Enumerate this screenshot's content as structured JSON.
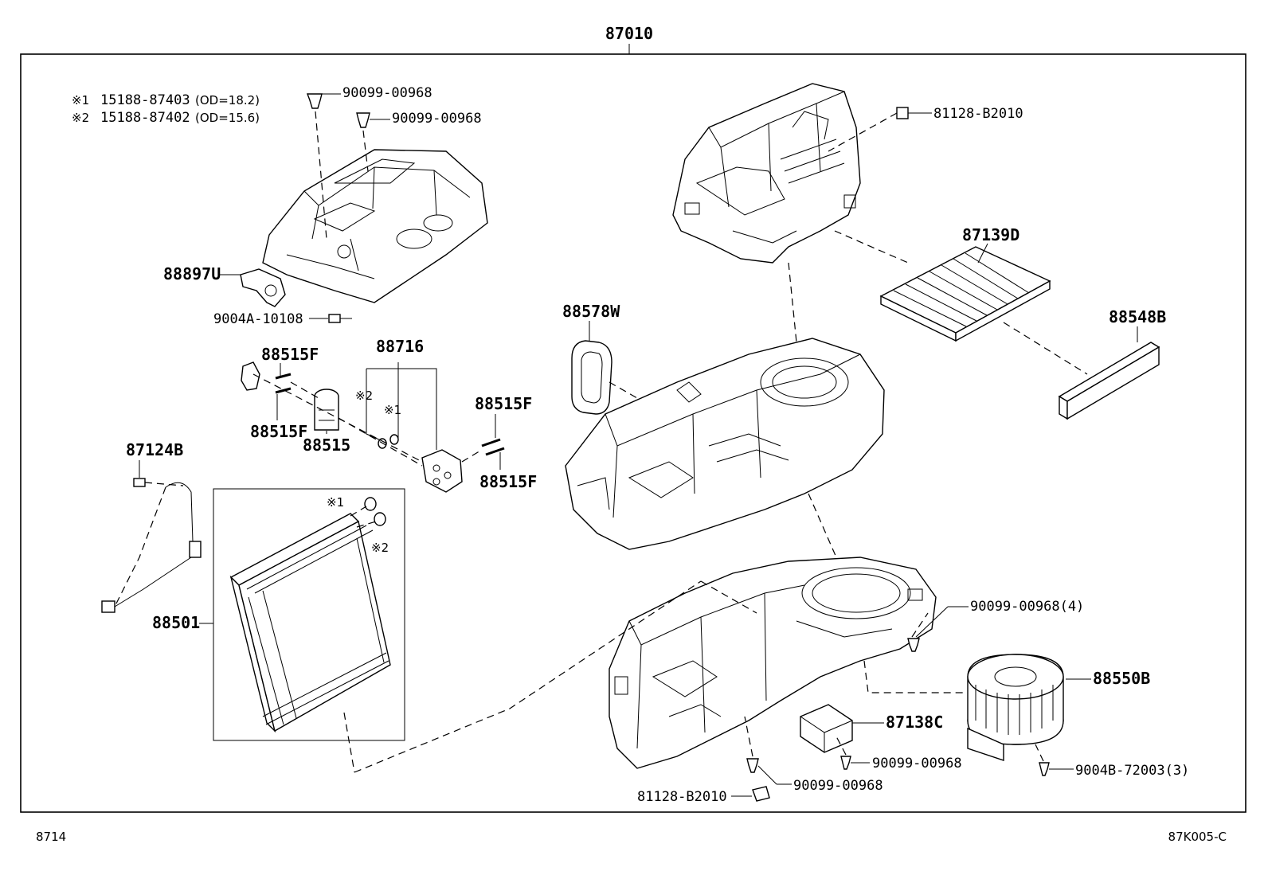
{
  "assembly": {
    "number": "87010"
  },
  "notes": [
    {
      "mark": "※1",
      "part": "15188-87403",
      "spec": "(OD=18.2)"
    },
    {
      "mark": "※2",
      "part": "15188-87402",
      "spec": "(OD=15.6)"
    }
  ],
  "callouts": {
    "c01": "90099-00968",
    "c02": "90099-00968",
    "c03": "81128-B2010",
    "c04": "88897U",
    "c05": "9004A-10108",
    "c06": "87139D",
    "c07": "88548B",
    "c08": "88578W",
    "c09": "88716",
    "c10": "88515F",
    "c11": "88515F",
    "c12": "88515",
    "c13": "88515F",
    "c14": "88515F",
    "c15": "87124B",
    "c16": "88501",
    "c17": "90099-00968(4)",
    "c18": "88550B",
    "c19": "87138C",
    "c20": "90099-00968",
    "c21": "9004B-72003(3)",
    "c22": "90099-00968",
    "c23": "81128-B2010"
  },
  "marks": {
    "m1": "※2",
    "m2": "※1",
    "m3": "※1",
    "m4": "※2"
  },
  "footer": {
    "left": "8714",
    "right": "87K005-C"
  }
}
